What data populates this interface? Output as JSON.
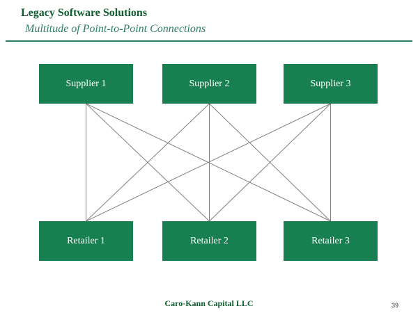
{
  "header": {
    "title": "Legacy Software Solutions",
    "subtitle": "Multitude of Point-to-Point Connections"
  },
  "diagram": {
    "suppliers": [
      {
        "id": "supplier-1",
        "label": "Supplier 1"
      },
      {
        "id": "supplier-2",
        "label": "Supplier 2"
      },
      {
        "id": "supplier-3",
        "label": "Supplier 3"
      }
    ],
    "retailers": [
      {
        "id": "retailer-1",
        "label": "Retailer 1"
      },
      {
        "id": "retailer-2",
        "label": "Retailer 2"
      },
      {
        "id": "retailer-3",
        "label": "Retailer 3"
      }
    ],
    "connections": [
      {
        "from": "supplier-1",
        "to": "retailer-1"
      },
      {
        "from": "supplier-1",
        "to": "retailer-2"
      },
      {
        "from": "supplier-1",
        "to": "retailer-3"
      },
      {
        "from": "supplier-2",
        "to": "retailer-1"
      },
      {
        "from": "supplier-2",
        "to": "retailer-2"
      },
      {
        "from": "supplier-2",
        "to": "retailer-3"
      },
      {
        "from": "supplier-3",
        "to": "retailer-1"
      },
      {
        "from": "supplier-3",
        "to": "retailer-2"
      },
      {
        "from": "supplier-3",
        "to": "retailer-3"
      }
    ]
  },
  "footer": {
    "company": "Caro-Kann Capital LLC",
    "page_number": "39"
  },
  "colors": {
    "title_green": "#0f5f2f",
    "subtitle_teal": "#2f7e68",
    "divider": "#2f7e68",
    "box_green": "#188050",
    "box_text": "#ffffff",
    "connection_line": "#808080",
    "page_number_gray": "#333333"
  }
}
